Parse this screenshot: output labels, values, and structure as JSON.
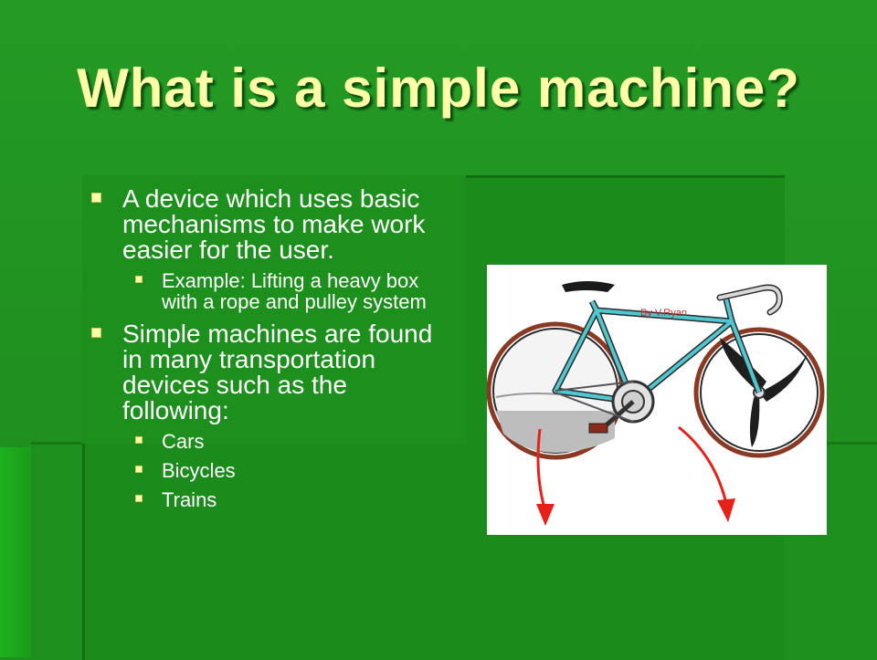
{
  "slide": {
    "title": "What is a simple machine?",
    "bullets": [
      {
        "text": "A device which uses basic mechanisms to make work easier for the user.",
        "sub": [
          "Example: Lifting a heavy box with a rope and pulley system"
        ]
      },
      {
        "text": "Simple machines are found in many transportation devices such as the following:",
        "sub": [
          "Cars",
          "Bicycles",
          "Trains"
        ]
      }
    ],
    "image": {
      "icon": "bicycle-illustration",
      "caption": "By V.Ryan"
    }
  },
  "colors": {
    "background": "#1f8f1f",
    "title": "#ffffa8",
    "text": "#ffffff",
    "bullet": "#ffffa8"
  }
}
